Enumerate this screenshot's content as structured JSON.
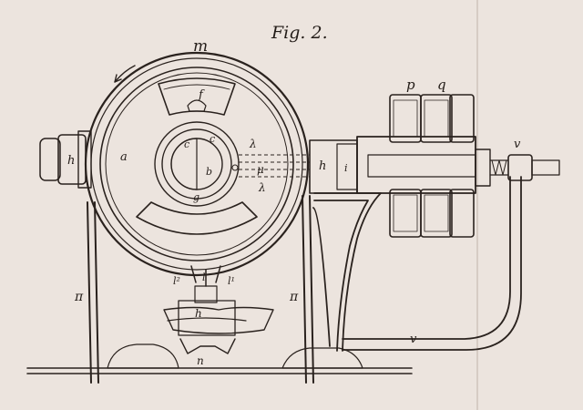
{
  "figure": {
    "title": "Fig. 2.",
    "labels": {
      "m": "m",
      "f": "f",
      "c1": "c",
      "c2": "c",
      "b": "b",
      "g": "g",
      "a": "a",
      "h_left": "h",
      "h_mid": "h",
      "i": "i",
      "lambda_top": "λ",
      "lambda_bottom": "λ",
      "mu": "μ",
      "p": "p",
      "q": "q",
      "v_top": "v",
      "v_bottom": "v",
      "pi_left": "π",
      "pi_mid": "π",
      "l": "l",
      "l2": "l²",
      "l1": "l¹",
      "h_bottom": "h",
      "n": "n"
    }
  }
}
